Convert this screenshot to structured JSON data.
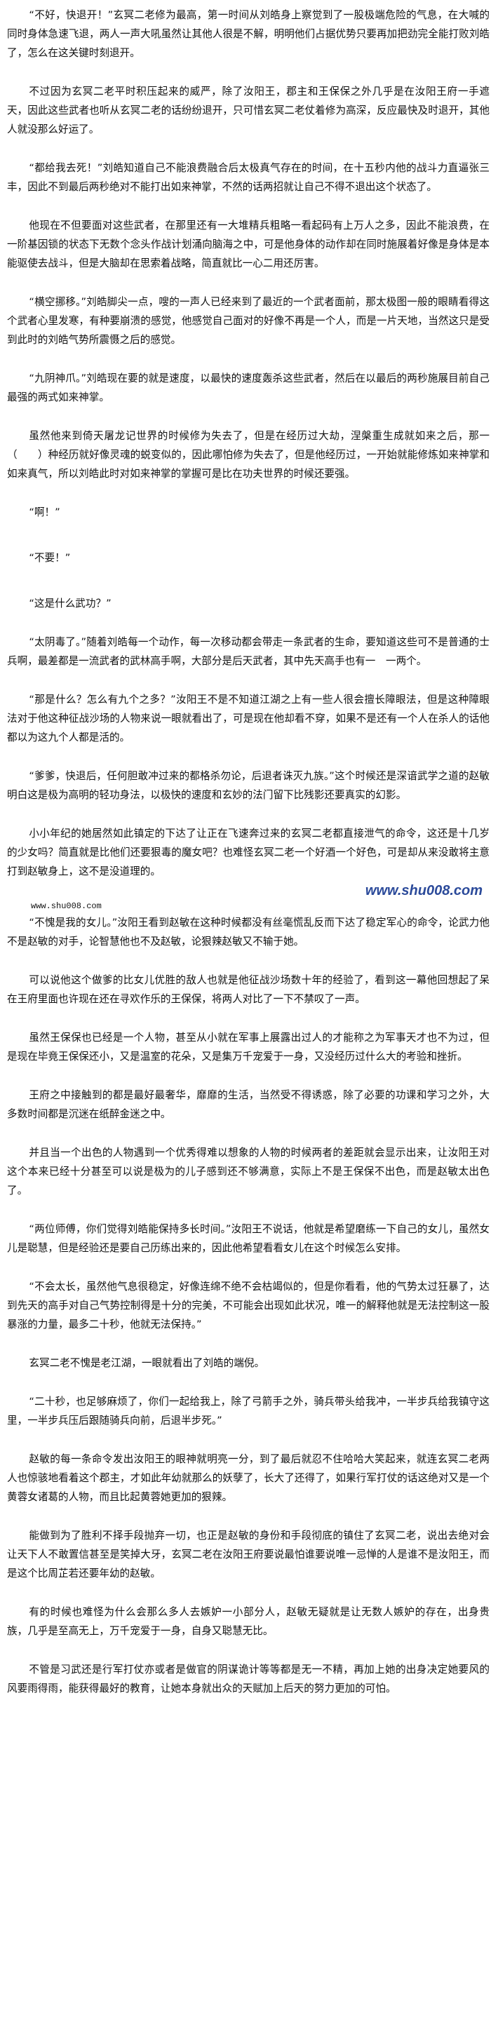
{
  "paragraphs": [
    "“不好，快退开！”玄冥二老修为最高，第一时间从刘皓身上察觉到了一股极端危险的气息，在大喊的同时身体急速飞退，两人一声大吼虽然让其他人很是不解，明明他们占据优势只要再加把劲完全能打败刘皓了，怎么在这关键时刻退开。",
    "不过因为玄冥二老平时积压起来的威严，除了汝阳王，郡主和王保保之外几乎是在汝阳王府一手遮天，因此这些武者也听从玄冥二老的话纷纷退开，只可惜玄冥二老仗着修为高深，反应最快及时退开，其他人就没那么好运了。",
    "“都给我去死！”刘皓知道自己不能浪费融合后太极真气存在的时间，在十五秒内他的战斗力直逼张三丰，因此不到最后两秒绝对不能打出如来神掌，不然的话两招就让自己不得不退出这个状态了。",
    "他现在不但要面对这些武者，在那里还有一大堆精兵粗略一看起码有上万人之多，因此不能浪费，在一阶基因锁的状态下无数个念头作战计划涌向脑海之中，可是他身体的动作却在同时施展着好像是身体是本能驱使去战斗，但是大脑却在思索着战略，简直就比一心二用还厉害。",
    "“横空挪移。”刘皓脚尖一点，嗖的一声人已经来到了最近的一个武者面前，那太极图一般的眼睛看得这个武者心里发寒，有种要崩溃的感觉，他感觉自己面对的好像不再是一个人，而是一片天地，当然这只是受到此时的刘皓气势所震慑之后的感觉。",
    "“九阴神爪。”刘皓现在要的就是速度，以最快的速度轰杀这些武者，然后在以最后的两秒施展目前自己最强的两式如来神掌。",
    "虽然他来到倚天屠龙记世界的时候修为失去了，但是在经历过大劫，涅槃重生成就如来之后，那一（　　）种经历就好像灵魂的蜕变似的，因此哪怕修为失去了，但是他经历过，一开始就能修炼如来神掌和如来真气，所以刘皓此时对如来神掌的掌握可是比在功夫世界的时候还要强。",
    "“啊！”",
    "“不要！”",
    "“这是什么武功？”",
    "“太阴毒了。”随着刘皓每一个动作，每一次移动都会带走一条武者的生命，要知道这些可不是普通的士兵啊，最差都是一流武者的武林高手啊，大部分是后天武者，其中先天高手也有一　一两个。",
    "“那是什么？怎么有九个之多？”汝阳王不是不知道江湖之上有一些人很会擅长障眼法，但是这种障眼法对于他这种征战沙场的人物来说一眼就看出了，可是现在他却看不穿，如果不是还有一个人在杀人的话他都以为这九个人都是活的。",
    "“爹爹，快退后，任何胆敢冲过来的都格杀勿论，后退者诛灭九族。”这个时候还是深谙武学之道的赵敏明白这是极为高明的轻功身法，以极快的速度和玄妙的法门留下比残影还要真实的幻影。",
    "小小年纪的她居然如此镇定的下达了让正在飞速奔过来的玄冥二老都直接泄气的命令，这还是十几岁的少女吗？简直就是比他们还要狠毒的魔女吧？也难怪玄冥二老一个好酒一个好色，可是却从来没敢将主意打到赵敏身上，这不是没道理的。",
    "“不愧是我的女儿。”汝阳王看到赵敏在这种时候都没有丝毫慌乱反而下达了稳定军心的命令，论武力他不是赵敏的对手，论智慧他也不及赵敏，论狠辣赵敏又不输于她。",
    "可以说他这个做爹的比女儿优胜的敌人也就是他征战沙场数十年的经验了，看到这一幕他回想起了呆在王府里面也许现在还在寻欢作乐的王保保，将两人对比了一下不禁叹了一声。",
    "虽然王保保也已经是一个人物，甚至从小就在军事上展露出过人的才能称之为军事天才也不为过，但是现在毕竟王保保还小，又是温室的花朵，又是集万千宠爱于一身，又没经历过什么大的考验和挫折。",
    "王府之中接触到的都是最好最奢华，靡靡的生活，当然受不得诱惑，除了必要的功课和学习之外，大多数时间都是沉迷在纸醉金迷之中。",
    "并且当一个出色的人物遇到一个优秀得难以想象的人物的时候两者的差距就会显示出来，让汝阳王对这个本来已经十分甚至可以说是极为的儿子感到还不够满意，实际上不是王保保不出色，而是赵敏太出色了。",
    "“两位师傅，你们觉得刘皓能保持多长时间。”汝阳王不说话，他就是希望磨练一下自己的女儿，虽然女儿是聪慧，但是经验还是要自己历练出来的，因此他希望看看女儿在这个时候怎么安排。",
    "“不会太长，虽然他气息很稳定，好像连绵不绝不会枯竭似的，但是你看看，他的气势太过狂暴了，达到先天的高手对自己气势控制得是十分的完美，不可能会出现如此状况，唯一的解释他就是无法控制这一股暴涨的力量，最多二十秒，他就无法保持。”",
    "玄冥二老不愧是老江湖，一眼就看出了刘皓的端倪。",
    "“二十秒，也足够麻烦了，你们一起给我上，除了弓箭手之外，骑兵带头给我冲，一半步兵给我镇守这里，一半步兵压后跟随骑兵向前，后退半步死。”",
    "赵敏的每一条命令发出汝阳王的眼神就明亮一分，到了最后就忍不住哈哈大笑起来，就连玄冥二老两人也惊骇地看着这个郡主，才如此年幼就那么的妖孽了，长大了还得了，如果行军打仗的话这绝对又是一个黄蓉女诸葛的人物，而且比起黄蓉她更加的狠辣。",
    "能做到为了胜利不择手段抛弃一切，也正是赵敏的身份和手段彻底的镇住了玄冥二老，说出去绝对会让天下人不敢置信甚至是笑掉大牙，玄冥二老在汝阳王府要说最怕谁要说唯一忌惮的人是谁不是汝阳王，而是这个比周芷若还要年幼的赵敏。",
    "有的时候也难怪为什么会那么多人去嫉妒一小部分人，赵敏无疑就是让无数人嫉妒的存在，出身贵族，几乎是至高无上，万千宠爱于一身，自身又聪慧无比。",
    "不管是习武还是行军打仗亦或者是做官的阴谋诡计等等都是无一不精，再加上她的出身决定她要风的风要雨得雨，能获得最好的教育，让她本身就出众的天赋加上后天的努力更加的可怕。"
  ],
  "source_line": "www.shu008.com",
  "watermark": "www.shu008.com"
}
